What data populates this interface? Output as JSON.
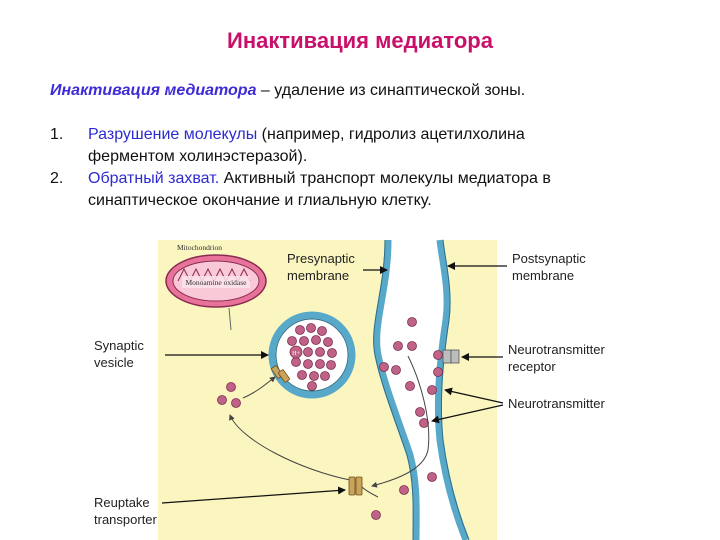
{
  "title": "Инактивация медиатора",
  "lead": {
    "term": "Инактивация медиатора",
    "text": " – удаление из синаптической зоны."
  },
  "list": [
    {
      "num": "1.",
      "key": "Разрушение молекулы",
      "line1": " (например, гидролиз ацетилхолина",
      "line2": "ферментом холинэстеразой)."
    },
    {
      "num": "2.",
      "key": "Обратный захват.",
      "line1": " Активный транспорт молекулы медиатора в",
      "line2": "синаптическое окончание и глиальную клетку."
    }
  ],
  "diagram": {
    "mitochondrion": "Mitochondrion",
    "enzyme": "Monoamine oxidase",
    "h_plus": "H+",
    "labels": {
      "presynaptic_1": "Presynaptic",
      "presynaptic_2": "membrane",
      "postsynaptic_1": "Postsynaptic",
      "postsynaptic_2": "membrane",
      "vesicle_1": "Synaptic",
      "vesicle_2": "vesicle",
      "receptor_1": "Neurotransmitter",
      "receptor_2": "receptor",
      "neurotransmitter": "Neurotransmitter",
      "reuptake_1": "Reuptake",
      "reuptake_2": "transporter"
    }
  },
  "colors": {
    "title": "#c8106a",
    "highlight": "#2d2ad0",
    "cytoplasm": "#fbf6c0",
    "membrane": "#58a9c9",
    "molecule": "#c06287",
    "mitochondrion": "#e8739a"
  }
}
